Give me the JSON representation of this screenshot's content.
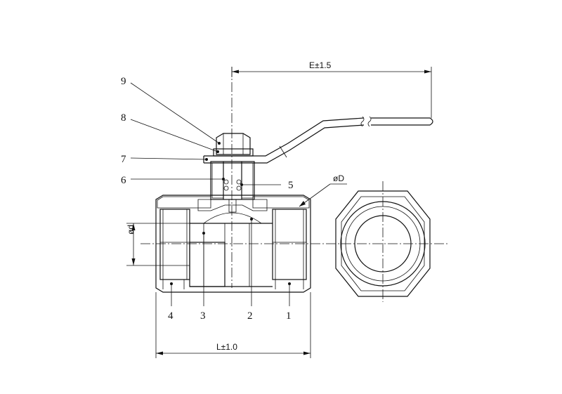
{
  "dimensions": {
    "handle_length": "E±1.5",
    "body_length": "L±1.0",
    "outer_diameter": "øD",
    "bore_diameter": "ød"
  },
  "part_numbers": {
    "body_end_right": "1",
    "ball": "2",
    "seat": "3",
    "body_end_left": "4",
    "stem_seal": "5",
    "stem": "6",
    "handle": "7",
    "washer": "8",
    "nut": "9"
  }
}
